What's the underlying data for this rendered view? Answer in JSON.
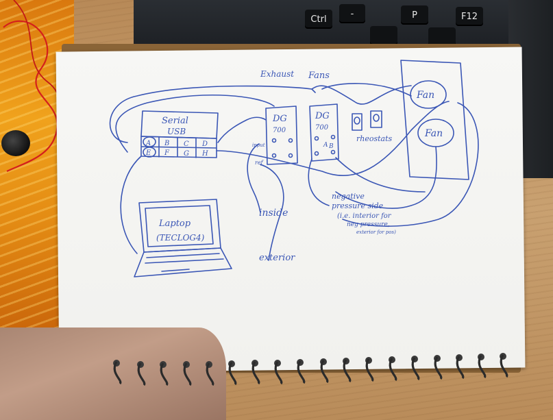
{
  "keyboard": {
    "keys": [
      "Ctrl",
      "-",
      "P",
      "F12"
    ]
  },
  "sketch": {
    "labels": {
      "exhaust": "Exhaust",
      "fans": "Fans",
      "fan_top": "Fan",
      "fan_bottom": "Fan",
      "serial_usb_line1": "Serial",
      "serial_usb_line2": "USB",
      "grid_letters": [
        "A",
        "B",
        "C",
        "D",
        "E",
        "F",
        "G",
        "H"
      ],
      "dg_left_line1": "DG",
      "dg_left_line2": "700",
      "dg_right_line1": "DG",
      "dg_right_line2": "700",
      "input_label": "input",
      "a_label": "A",
      "b_label": "B",
      "ref_label": "ref",
      "rheostats": "rheostats",
      "inside": "inside",
      "exterior": "exterior",
      "laptop_line1": "Laptop",
      "laptop_line2": "(TECLOG4)",
      "note_line1": "negative",
      "note_line2": "pressure side",
      "note_line3": "(i.e. interior for",
      "note_line4": "neg pressure,",
      "note_line5": "exterior for pos)"
    }
  }
}
